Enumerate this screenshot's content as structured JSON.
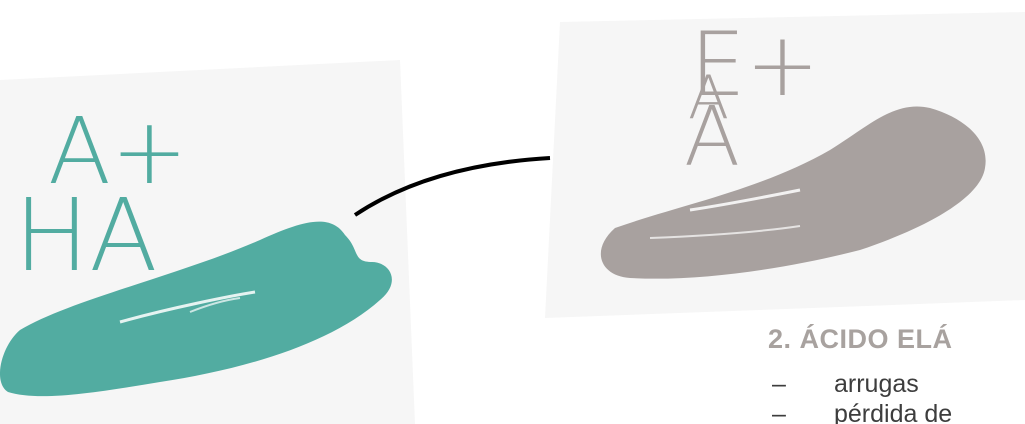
{
  "logos": {
    "left": {
      "line1": "A+",
      "line2": "HA",
      "color": "#52aca1"
    },
    "right": {
      "line1": "E+",
      "line2": "A",
      "line3": "A",
      "color": "#a8a19f"
    }
  },
  "text": {
    "heading": "2. ÁCIDO ELÁ",
    "bullets": [
      {
        "dash": "–",
        "text": "arrugas"
      },
      {
        "dash": "–",
        "text": "pérdida de"
      }
    ]
  },
  "colors": {
    "teal_stroke": "#52aca1",
    "gray_stroke": "#a8a19f",
    "connector": "#000000"
  }
}
